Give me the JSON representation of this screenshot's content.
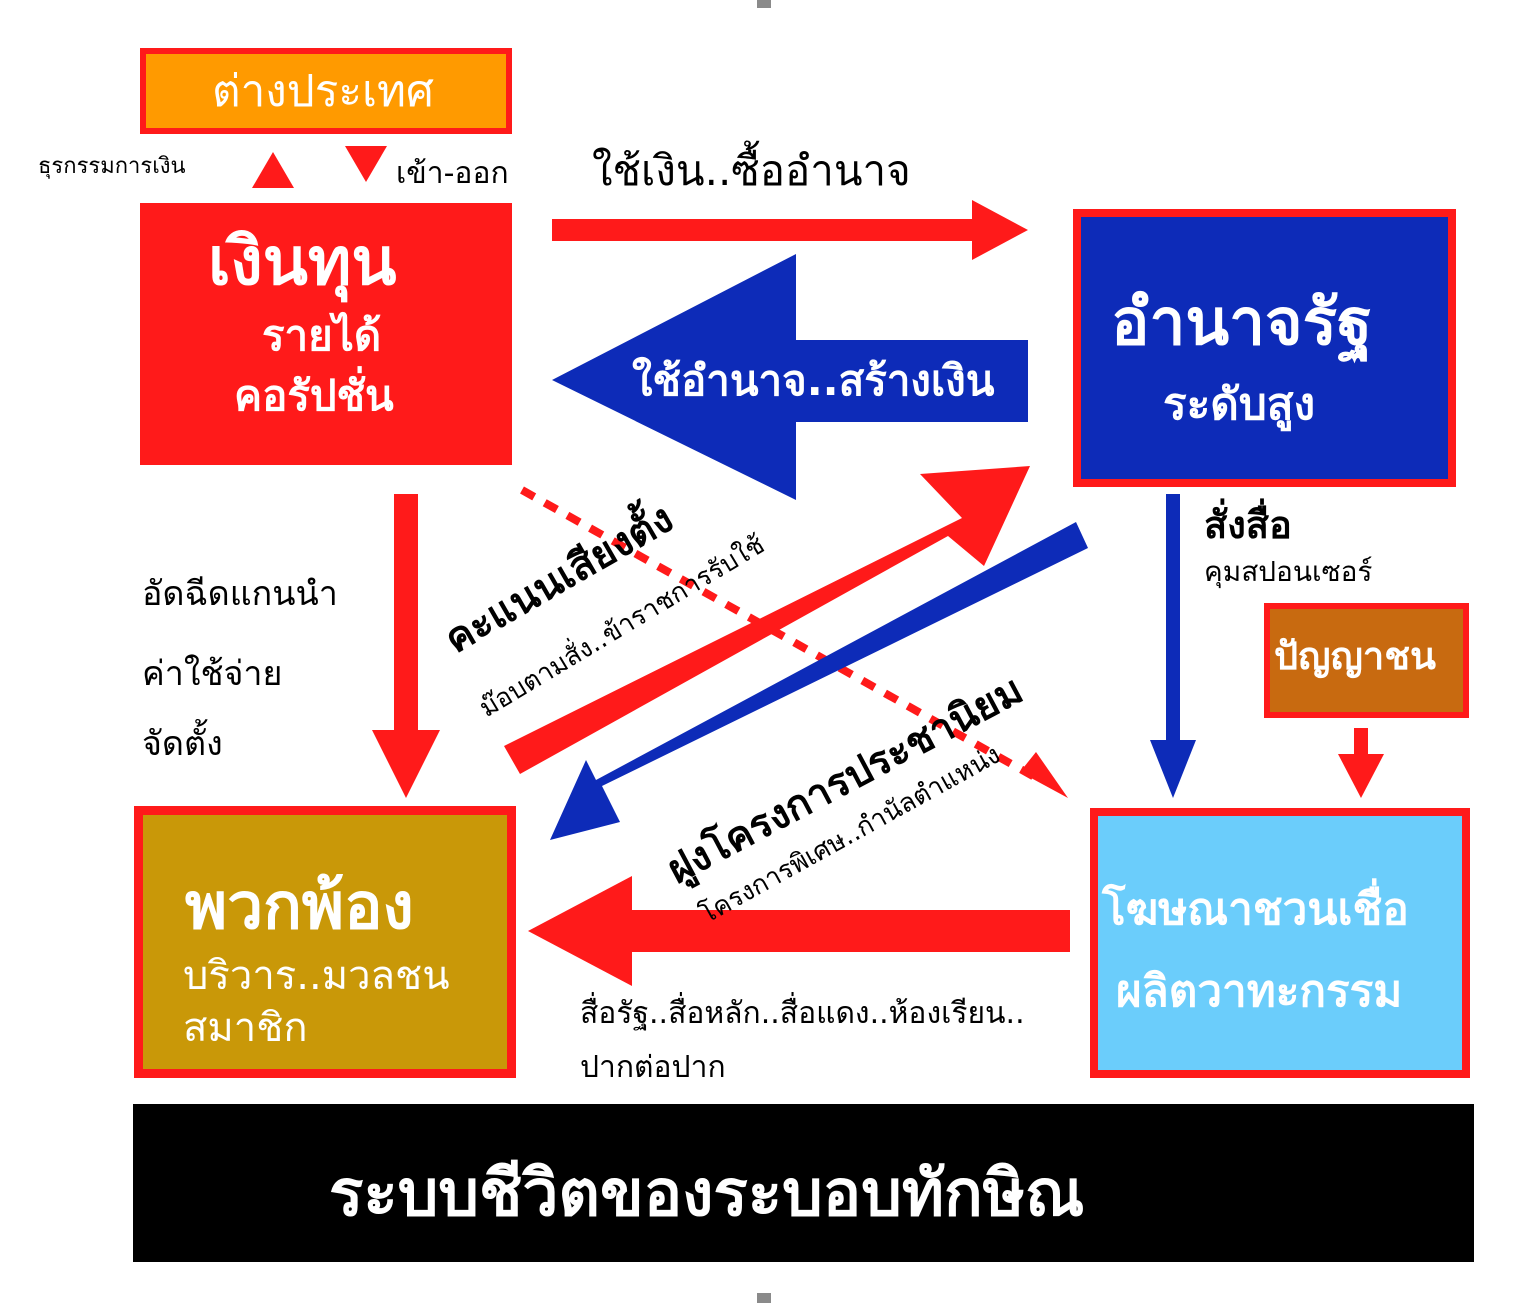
{
  "colors": {
    "red": "#ff1a1a",
    "blue": "#0d2bb8",
    "orange": "#ff9a00",
    "brown": "#c86a10",
    "gold": "#c99808",
    "lightblue": "#6bcdfb",
    "black": "#000000",
    "white": "#ffffff"
  },
  "nodes": {
    "foreign": {
      "label": "ต่างประเทศ"
    },
    "capital": {
      "title": "เงินทุน",
      "line1": "รายได้",
      "line2": "คอรัปชั่น"
    },
    "state": {
      "title": "อำนาจรัฐ",
      "subtitle": "ระดับสูง"
    },
    "elite": {
      "label": "ปัญญาชน"
    },
    "followers": {
      "title": "พวกพ้อง",
      "line1": "บริวาร..มวลชน",
      "line2": "สมาชิก"
    },
    "propaganda": {
      "line1": "โฆษณาชวนเชื่อ",
      "line2": "ผลิตวาทะกรรม"
    },
    "system": {
      "label": "ระบบชีวิตของระบอบทักษิณ"
    }
  },
  "edge_labels": {
    "finance": "ธุรกรรมการเงิน",
    "in_out": "เข้า-ออก",
    "buy_power": "ใช้เงิน..ซื้ออำนาจ",
    "use_power": "ใช้อำนาจ..สร้างเงิน",
    "inject_1": "อัดฉีดแกนนำ",
    "inject_2": "ค่าใช้จ่าย",
    "inject_3": "จัดตั้ง",
    "votes": "คะแนนเสียงตั้ง",
    "mob": "ม๊อบตามสั่ง..ข้าราชการรับใช้",
    "order_media": "สั่งสื่อ",
    "sponsor": "คุมสปอนเซอร์",
    "populism": "ฝูงโครงการประชานิยม",
    "special": "โครงการพิเศษ..กำนัลตำแหน่ง",
    "media_1": "สื่อรัฐ..สื่อหลัก..สื่อแดง..ห้องเรียน..",
    "media_2": "ปากต่อปาก"
  }
}
